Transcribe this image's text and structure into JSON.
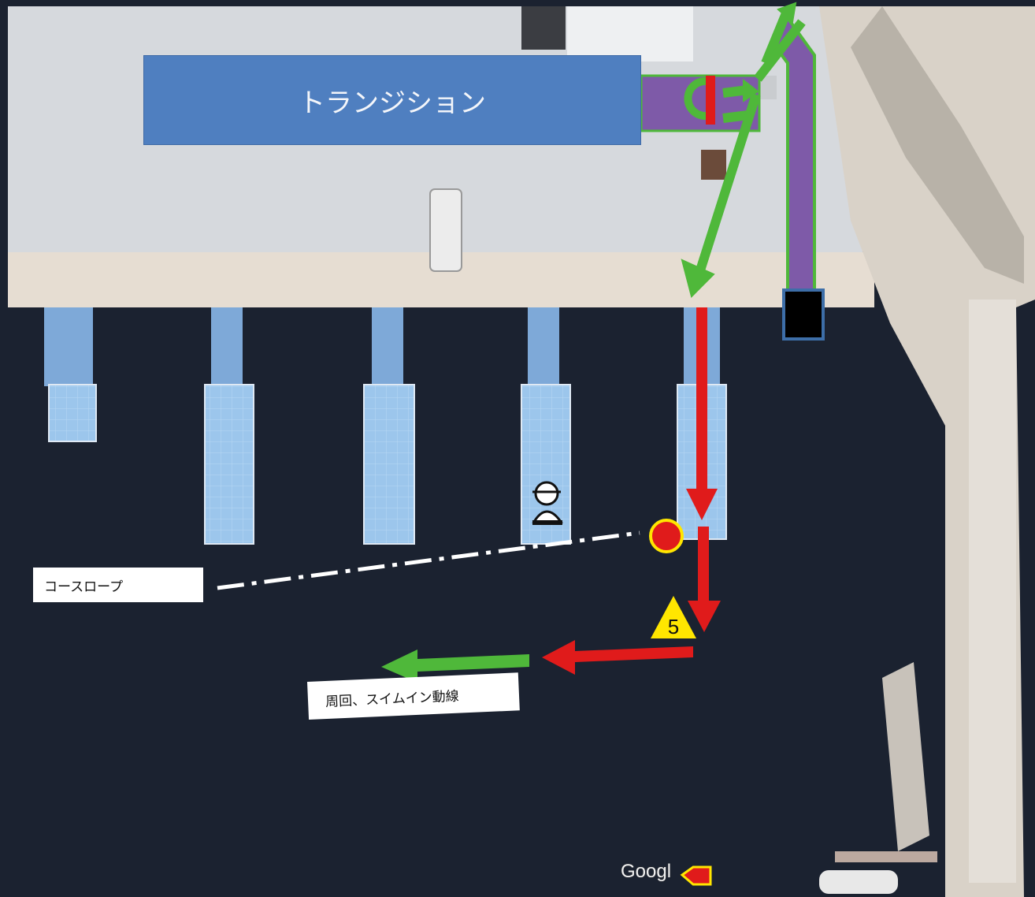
{
  "labels": {
    "transition": "トランジション",
    "course_rope": "コースロープ",
    "swim_in": "周回、スイムイン動線",
    "buoy_number": "5"
  },
  "attribution": "Googl",
  "colors": {
    "water": "#1b2230",
    "pier_concrete": "#d6d9dd",
    "dock": "#9cc6ec",
    "route_green": "#4fb83a",
    "route_red": "#e01b1b",
    "path_purple": "#7e5aa8",
    "transition_blue": "#4f7fc0",
    "buoy_yellow": "#ffe600"
  },
  "icons": [
    "start-buoy-icon",
    "turn-buoy-icon",
    "swimmer-marker-icon",
    "ramp-icon"
  ]
}
